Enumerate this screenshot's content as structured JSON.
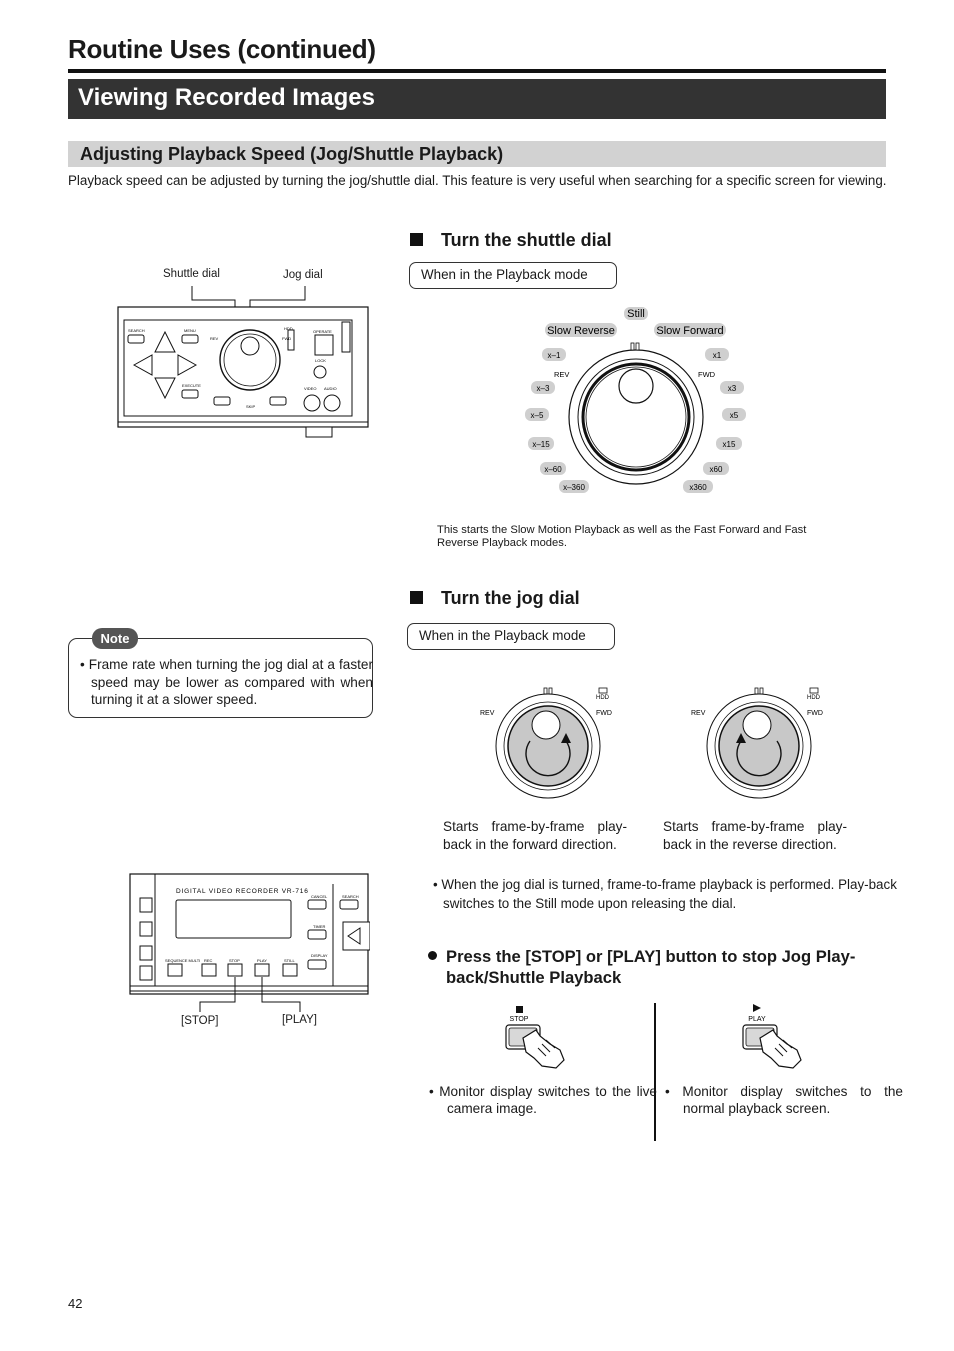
{
  "header": {
    "title": "Routine Uses (continued)",
    "banner": "Viewing Recorded Images"
  },
  "section": {
    "title": "Adjusting Playback Speed (Jog/Shuttle Playback)",
    "intro": "Playback speed can be adjusted by turning the jog/shuttle dial. This feature is very useful when searching for a specific screen for viewing."
  },
  "front_panel": {
    "shuttle_label": "Shuttle dial",
    "jog_label": "Jog dial",
    "btn_search": "SEARCH",
    "btn_menu": "MENU",
    "btn_execute": "EXECUTE",
    "rev": "REV",
    "fwd": "FWD",
    "hdd": "HDD",
    "operate": "OPERATE",
    "lock": "LOCK",
    "video": "VIDEO",
    "audio": "AUDIO",
    "skip": "SKIP"
  },
  "shuttle": {
    "heading": "Turn the shuttle dial",
    "mode": "When in the Playback mode",
    "still": "Still",
    "slow_reverse": "Slow Reverse",
    "slow_forward": "Slow Forward",
    "rev": "REV",
    "fwd": "FWD",
    "left_speeds": [
      "x–1",
      "x–3",
      "x–5",
      "x–15",
      "x–60",
      "x–360"
    ],
    "right_speeds": [
      "x1",
      "x3",
      "x5",
      "x15",
      "x60",
      "x360"
    ],
    "caption": "This starts the Slow Motion Playback as well as the Fast Forward and Fast Reverse Playback modes."
  },
  "note": {
    "tag": "Note",
    "text": "• Frame rate when turning the jog dial at a faster speed may be lower as compared with when turning it at a slower speed."
  },
  "jog": {
    "heading": "Turn the jog dial",
    "mode": "When in the Playback mode",
    "rev": "REV",
    "fwd": "FWD",
    "hdd": "HDD",
    "caption_forward": "Starts frame-by-frame play-back in the forward direction.",
    "caption_reverse": "Starts frame-by-frame play-back in the reverse direction.",
    "bullet": "• When the jog dial is turned, frame-to-frame playback is performed. Play-back switches to the Still mode upon releasing the dial."
  },
  "recorder": {
    "model": "DIGITAL VIDEO RECORDER VR-716",
    "cancel": "CANCEL",
    "search": "SEARCH",
    "timer": "TIMER",
    "display": "DISPLAY",
    "seq_multi": "SEQUENCE MULTI",
    "rec": "REC",
    "stop": "STOP",
    "play": "PLAY",
    "still": "STILL",
    "stop_label": "[STOP]",
    "play_label": "[PLAY]"
  },
  "press": {
    "heading": "Press the [STOP] or [PLAY] button to stop Jog Play-back/Shuttle Playback",
    "stop_btn": "STOP",
    "play_btn": "PLAY",
    "stop_text": "• Monitor display switches to the live camera image.",
    "play_text": "• Monitor display switches to the normal playback screen."
  },
  "page_number": "42",
  "colors": {
    "banner_bg": "#333333",
    "subbar_bg": "#d2d2d2",
    "note_tag_bg": "#555555"
  }
}
